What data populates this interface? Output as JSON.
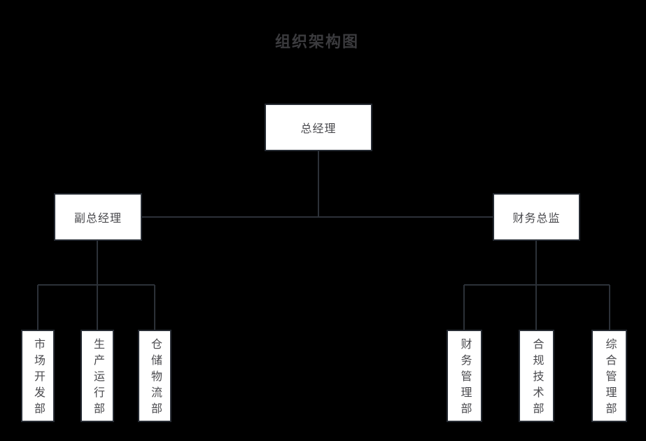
{
  "title": "组织架构图",
  "colors": {
    "background": "#000000",
    "box_fill": "#ffffff",
    "box_border": "#262b33",
    "connector_line": "#2c3138",
    "title_text": "#3b3b3e",
    "node_text": "#4a4a4e"
  },
  "org": {
    "root": {
      "label": "总经理"
    },
    "level2": [
      {
        "label": "副总经理",
        "departments": [
          "市场开发部",
          "生产运行部",
          "仓储物流部"
        ]
      },
      {
        "label": "财务总监",
        "departments": [
          "财务管理部",
          "合规技术部",
          "综合管理部"
        ]
      }
    ]
  }
}
